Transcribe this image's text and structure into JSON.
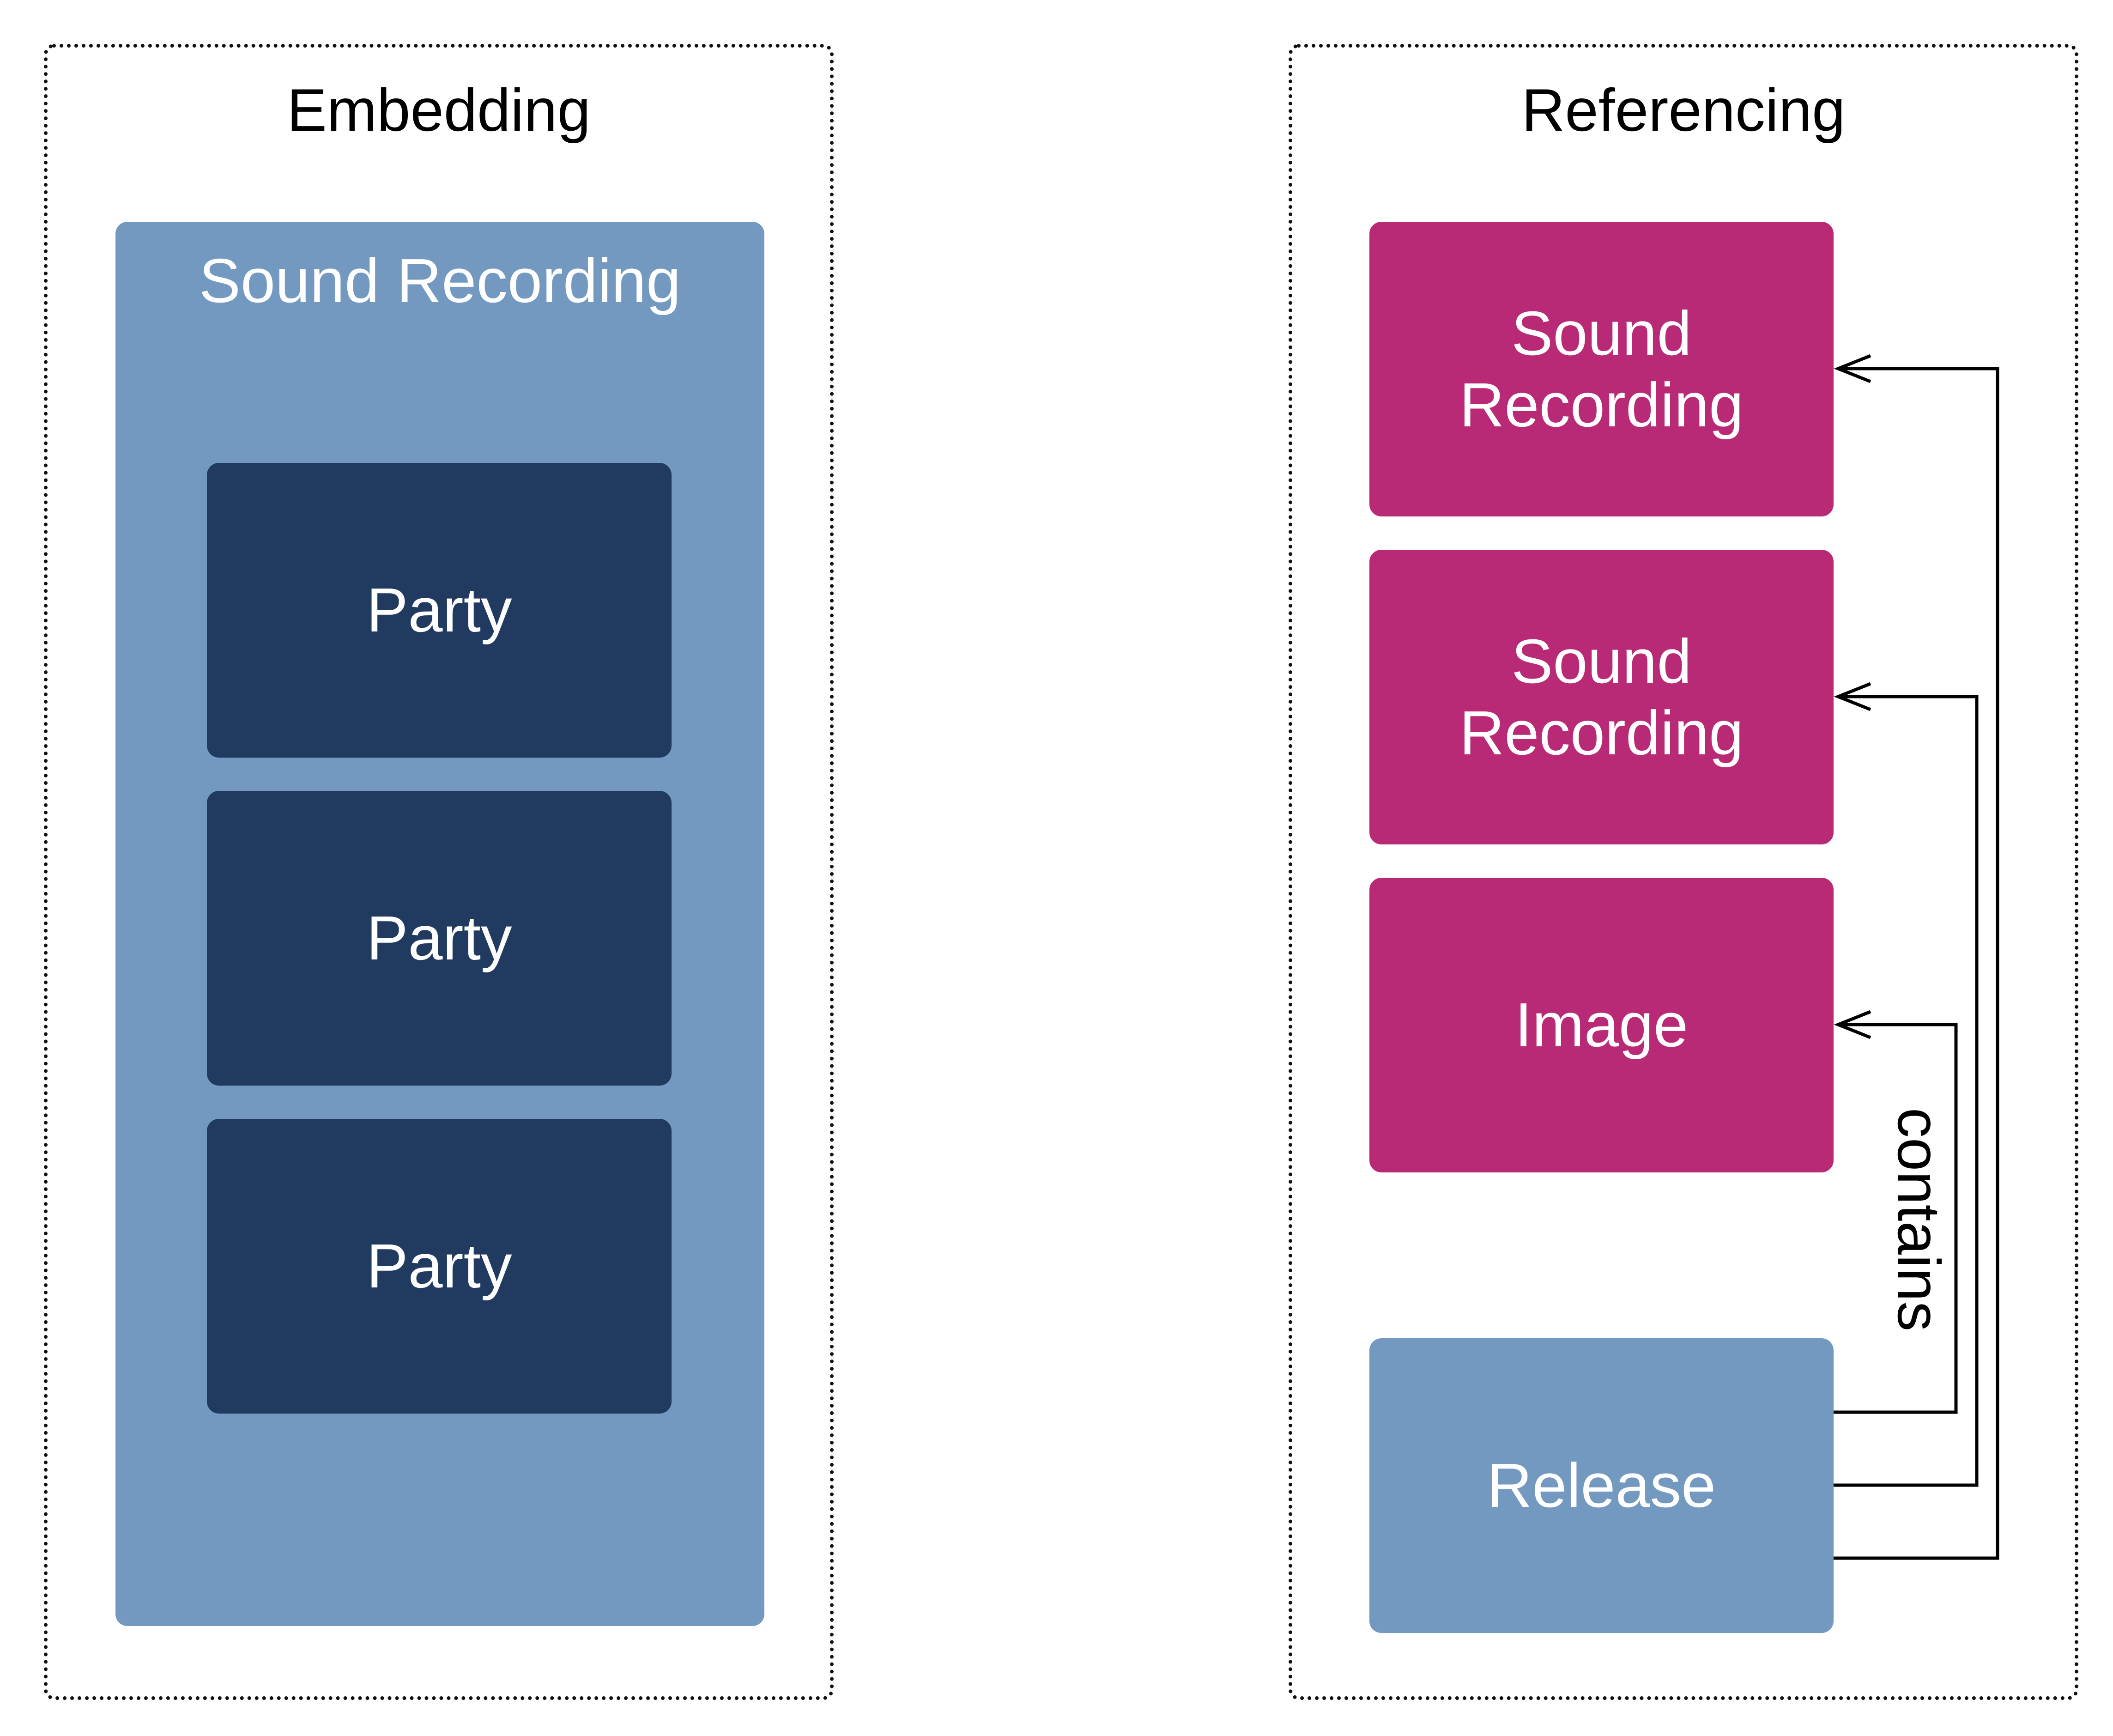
{
  "embedding": {
    "title": "Embedding",
    "container": {
      "label": "Sound Recording",
      "color": "#7399C0"
    },
    "parties": [
      {
        "label": "Party"
      },
      {
        "label": "Party"
      },
      {
        "label": "Party"
      }
    ],
    "party_color": "#203A60"
  },
  "referencing": {
    "title": "Referencing",
    "resources": [
      {
        "label": "Sound\nRecording"
      },
      {
        "label": "Sound\nRecording"
      },
      {
        "label": "Image"
      }
    ],
    "resource_color": "#B92A76",
    "release": {
      "label": "Release",
      "color": "#7399C0"
    },
    "relation_label": "contains"
  }
}
